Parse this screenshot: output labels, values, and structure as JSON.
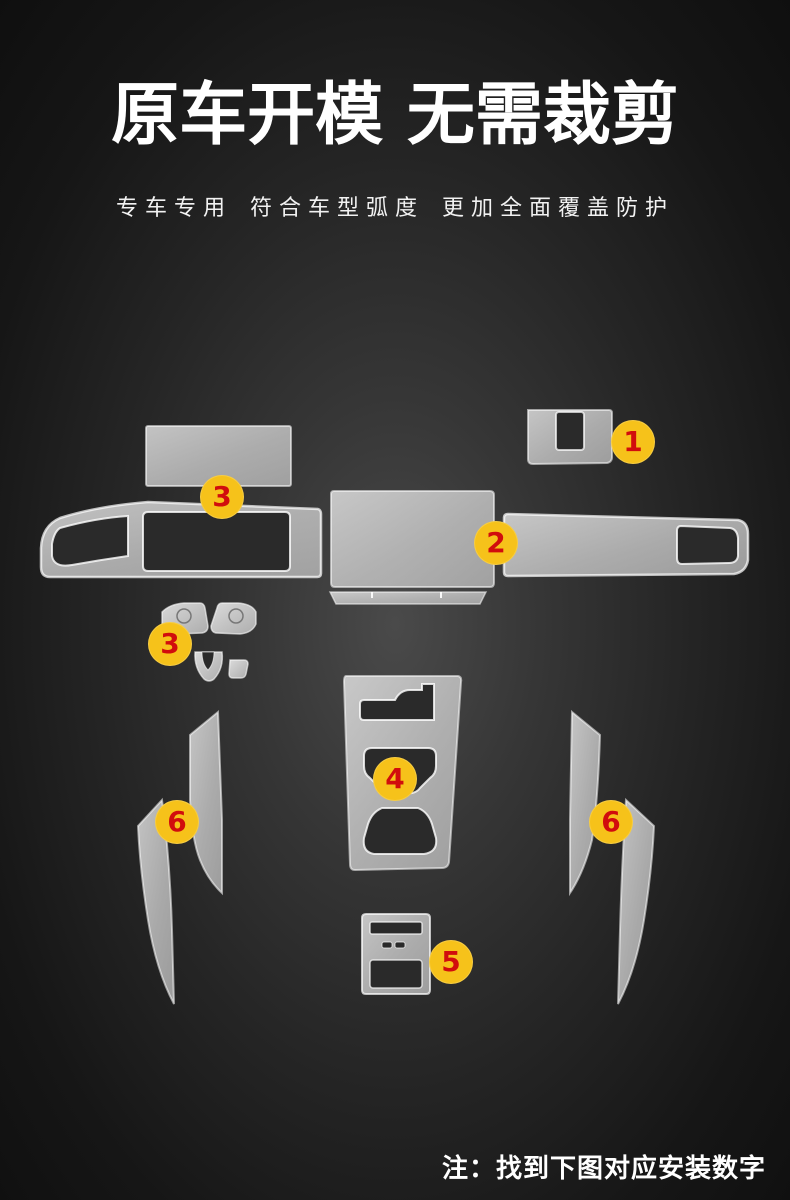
{
  "header": {
    "title": "原车开模 无需裁剪",
    "subtitle_parts": [
      "专车专用",
      "符合车型弧度",
      "更加全面覆盖防护"
    ]
  },
  "badges": [
    {
      "label": "1"
    },
    {
      "label": "2"
    },
    {
      "label": "3"
    },
    {
      "label": "3"
    },
    {
      "label": "4"
    },
    {
      "label": "5"
    },
    {
      "label": "6"
    },
    {
      "label": "6"
    }
  ],
  "footer": {
    "note": "注：找到下图对应安装数字"
  },
  "colors": {
    "background": "#1b1b1b",
    "badge_fill": "#f6c21a",
    "badge_text": "#d10d0d",
    "film_fill": "#d8d8d8"
  }
}
